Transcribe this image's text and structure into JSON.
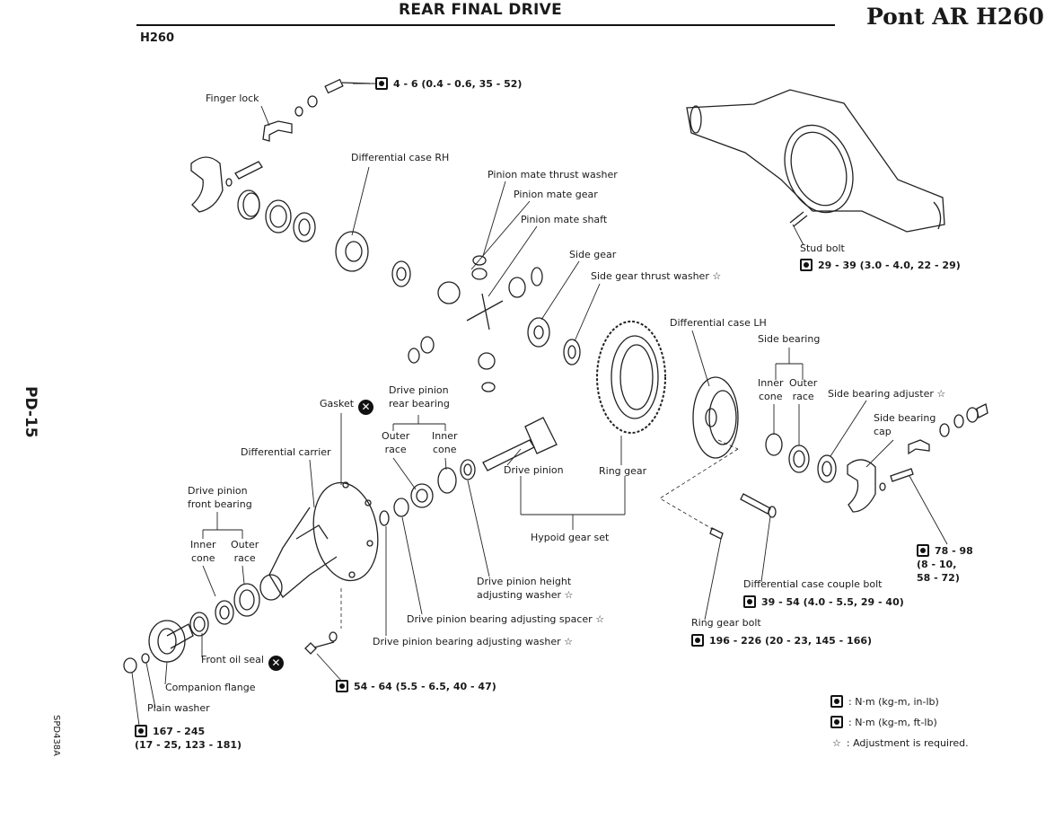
{
  "header": {
    "title": "REAR FINAL DRIVE",
    "brand": "Pont AR H260",
    "model": "H260"
  },
  "side_tab": "PD-15",
  "figure_code": "SPD438A",
  "labels": {
    "finger_lock": "Finger lock",
    "diff_case_rh": "Differential case RH",
    "pinion_mate_thrust_washer": "Pinion mate thrust washer",
    "pinion_mate_gear": "Pinion mate gear",
    "pinion_mate_shaft": "Pinion mate shaft",
    "side_gear": "Side gear",
    "side_gear_thrust_washer": "Side gear thrust washer ☆",
    "stud_bolt": "Stud bolt",
    "diff_case_lh": "Differential case LH",
    "side_bearing": "Side bearing",
    "inner_cone_r": "Inner\ncone",
    "outer_race_r": "Outer\nrace",
    "side_bearing_adjuster": "Side bearing adjuster ☆",
    "side_bearing_cap": "Side bearing\ncap",
    "gasket": "Gasket",
    "drive_pinion_rear_bearing": "Drive pinion\nrear bearing",
    "outer_race_m": "Outer\nrace",
    "inner_cone_m": "Inner\ncone",
    "differential_carrier": "Differential carrier",
    "drive_pinion": "Drive pinion",
    "ring_gear": "Ring gear",
    "hypoid_gear_set": "Hypoid gear set",
    "drive_pinion_front_bearing": "Drive pinion\nfront bearing",
    "inner_cone_l": "Inner\ncone",
    "outer_race_l": "Outer\nrace",
    "dp_height_adjusting_washer": "Drive pinion height\nadjusting washer ☆",
    "dp_bearing_adjusting_spacer": "Drive pinion bearing adjusting spacer ☆",
    "dp_bearing_adjusting_washer": "Drive pinion bearing adjusting washer ☆",
    "front_oil_seal": "Front oil seal",
    "companion_flange": "Companion flange",
    "plain_washer": "Plain washer",
    "diff_case_couple_bolt": "Differential case couple bolt",
    "ring_gear_bolt": "Ring gear bolt"
  },
  "torques": {
    "finger_lock_bolt": "4 - 6 (0.4 - 0.6, 35 - 52)",
    "stud_bolt": "29 - 39 (3.0 - 4.0, 22 - 29)",
    "cap_bolt": "78 - 98\n(8 - 10,\n58 - 72)",
    "couple_bolt": "39 - 54 (4.0 - 5.5, 29 - 40)",
    "ring_gear_bolt": "196 - 226 (20 - 23, 145 - 166)",
    "carrier_bolt": "54 - 64 (5.5 - 6.5, 40 - 47)",
    "pinion_nut": "167 - 245\n(17 - 25, 123 - 181)"
  },
  "legend": {
    "n_m_in_lb": ": N·m (kg-m, in-lb)",
    "n_m_ft_lb": ": N·m (kg-m, ft-lb)",
    "adjustment": ": Adjustment is required."
  },
  "icons": {
    "torque": "torque-wrench-icon",
    "replace": "replace-part-icon",
    "star": "adjustment-star-icon"
  }
}
